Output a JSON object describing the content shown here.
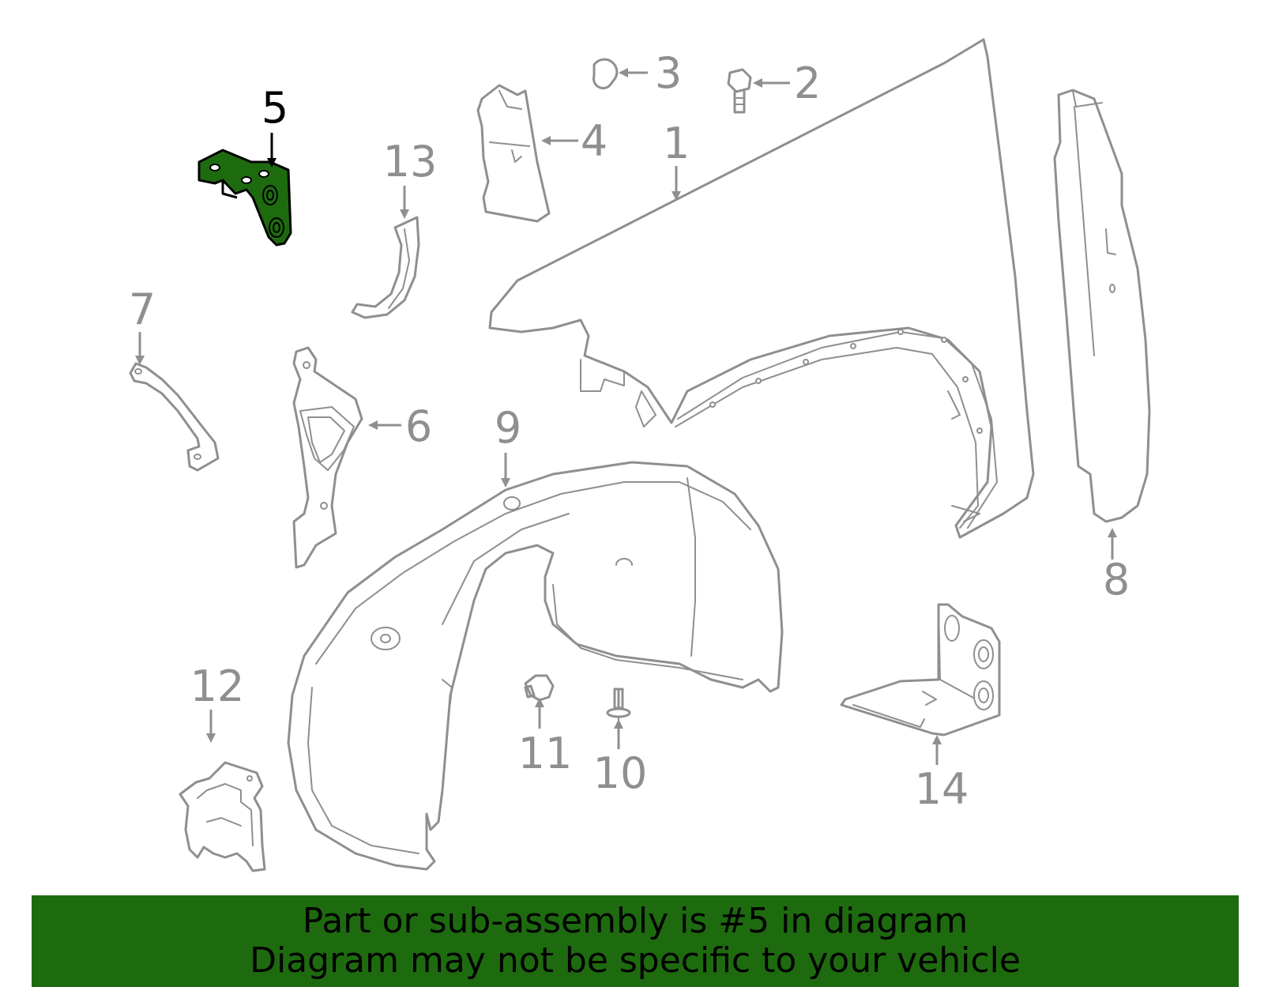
{
  "diagram": {
    "callouts": [
      {
        "id": "1",
        "label": "1"
      },
      {
        "id": "2",
        "label": "2"
      },
      {
        "id": "3",
        "label": "3"
      },
      {
        "id": "4",
        "label": "4"
      },
      {
        "id": "5",
        "label": "5",
        "highlighted": true
      },
      {
        "id": "6",
        "label": "6"
      },
      {
        "id": "7",
        "label": "7"
      },
      {
        "id": "8",
        "label": "8"
      },
      {
        "id": "9",
        "label": "9"
      },
      {
        "id": "10",
        "label": "10"
      },
      {
        "id": "11",
        "label": "11"
      },
      {
        "id": "12",
        "label": "12"
      },
      {
        "id": "13",
        "label": "13"
      },
      {
        "id": "14",
        "label": "14"
      }
    ],
    "highlight_color": "#1e6b0f",
    "line_color": "#8f8f8f"
  },
  "banner": {
    "line1": "Part or sub-assembly is #5 in diagram",
    "line2": "Diagram may not be specific to your vehicle",
    "background": "#1e6b0f"
  }
}
